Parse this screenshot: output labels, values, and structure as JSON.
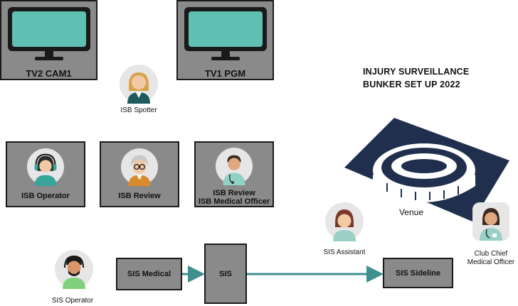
{
  "title": {
    "line1": "INJURY SURVEILLANCE",
    "line2": "BUNKER SET UP 2022"
  },
  "monitors": [
    {
      "label": "TV2 CAM1"
    },
    {
      "label": "TV1 PGM"
    }
  ],
  "stations": {
    "isb_operator": "ISB Operator",
    "isb_review": "ISB Review",
    "isb_medical_line1": "ISB Review",
    "isb_medical_line2": "ISB Medical Officer"
  },
  "people": {
    "spotter": "ISB Spotter",
    "sis_operator": "SIS Operator",
    "sis_assistant": "SIS Assistant",
    "club_chief_line1": "Club Chief",
    "club_chief_line2": "Medical Officer"
  },
  "flow": {
    "sis_medical": "SIS Medical",
    "sis": "SIS",
    "sis_sideline": "SIS Sideline"
  },
  "venue": {
    "label": "Venue"
  },
  "colors": {
    "box_grey": "#8a8a8a",
    "screen_teal": "#5fbfb2",
    "arrow_teal": "#3f8f8f",
    "venue_navy": "#1f2f4d",
    "avatar_bg": "#e6e6e6"
  }
}
